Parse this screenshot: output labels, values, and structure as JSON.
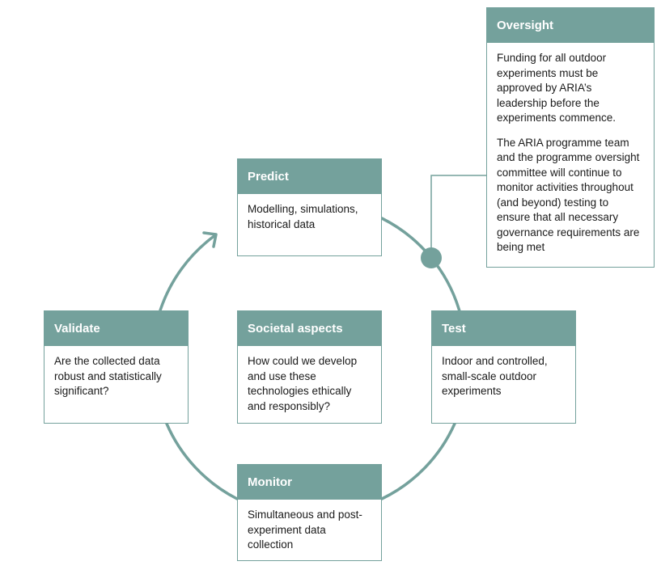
{
  "colors": {
    "accent": "#74a19c",
    "text": "#1a1a1a",
    "background": "#ffffff"
  },
  "icons": {
    "cycle_arrow": "arrowhead-icon",
    "oversight_marker": "circle-marker-icon"
  },
  "cards": {
    "predict": {
      "title": "Predict",
      "text": "Modelling, simulations, historical data"
    },
    "test": {
      "title": "Test",
      "text": "Indoor and controlled, small-scale outdoor experiments"
    },
    "monitor": {
      "title": "Monitor",
      "text": "Simultaneous and post-experiment data collection"
    },
    "validate": {
      "title": "Validate",
      "text": "Are the collected data robust and statistically significant?"
    },
    "societal": {
      "title": "Societal aspects",
      "text": "How could we develop and use these technologies ethically and responsibly?"
    },
    "oversight": {
      "title": "Oversight",
      "paragraph1": "Funding for all outdoor experiments must be approved by ARIA’s leadership before the experiments commence.",
      "paragraph2": "The ARIA programme team and the programme oversight committee will continue to monitor activities throughout (and beyond) testing to ensure that all necessary governance requirements are being met"
    }
  }
}
